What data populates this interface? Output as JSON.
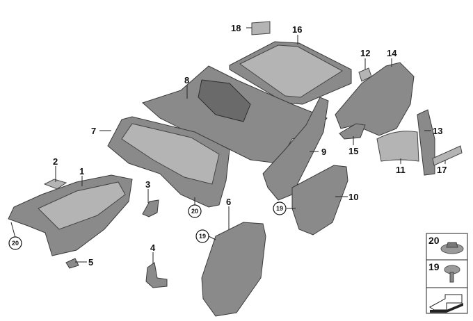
{
  "callouts": {
    "p1": "1",
    "p2": "2",
    "p3": "3",
    "p4": "4",
    "p5": "5",
    "p6": "6",
    "p7": "7",
    "p8": "8",
    "p9": "9",
    "p10": "10",
    "p11": "11",
    "p12": "12",
    "p13": "13",
    "p14": "14",
    "p15": "15",
    "p16": "16",
    "p17": "17",
    "p18": "18",
    "c19a": "19",
    "c19b": "19",
    "c20a": "20",
    "c20b": "20"
  },
  "legend": {
    "item_a": "20",
    "item_b": "19"
  }
}
